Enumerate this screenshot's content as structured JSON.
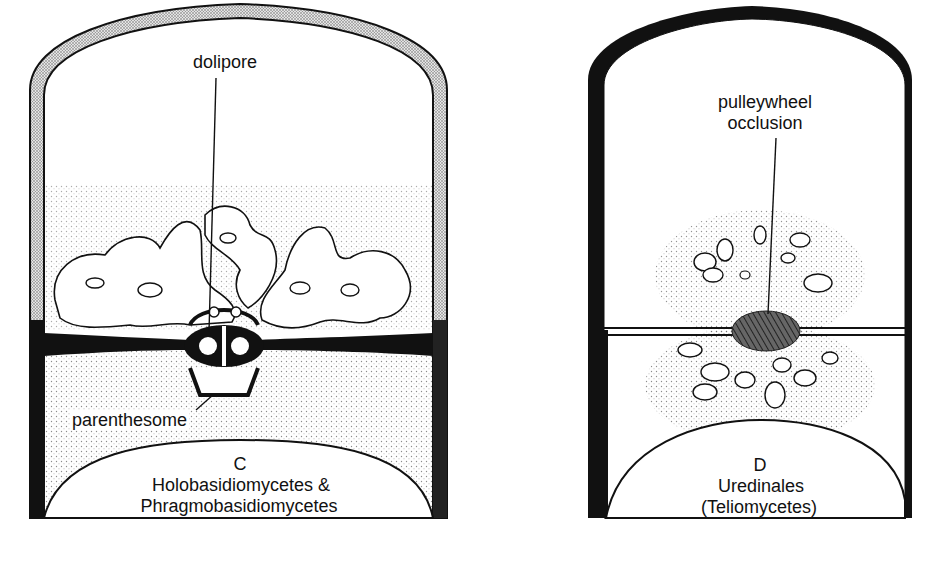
{
  "diagram": {
    "labels": [
      "dolipore",
      "parenthesome",
      "C",
      "Holobasidiomycetes & Phragmobasidiomycetes",
      "pulleywheel occlusion",
      "D",
      "Uredinales (Teliomycetes)"
    ]
  }
}
